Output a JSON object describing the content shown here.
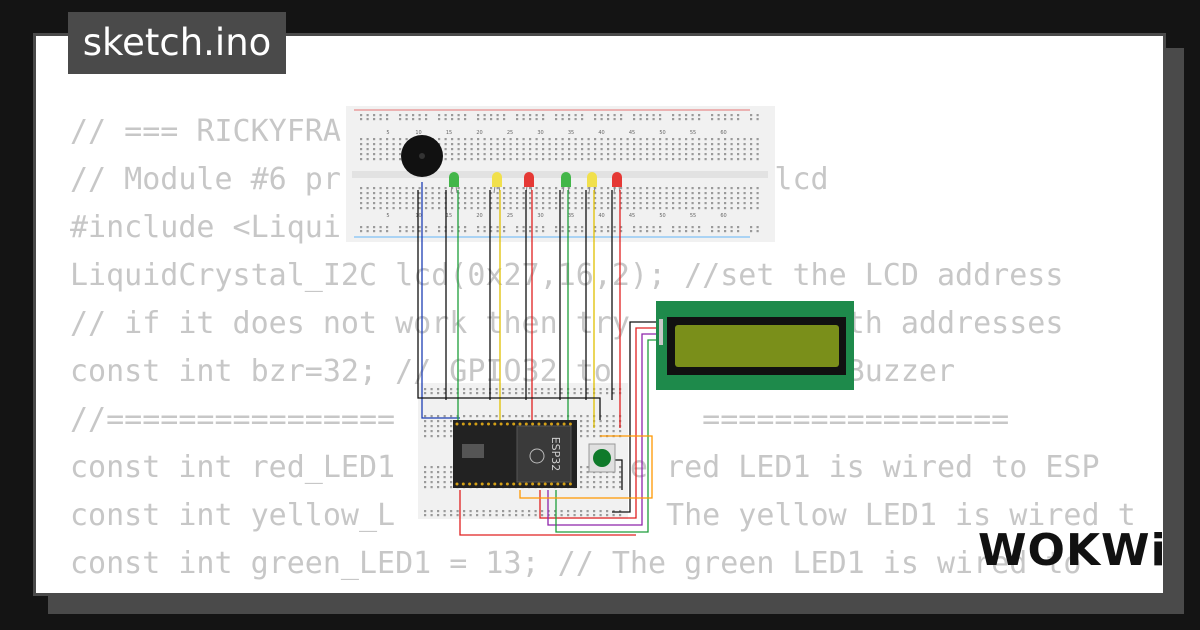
{
  "tab": {
    "label": "sketch.ino"
  },
  "code": {
    "lines": [
      "// === RICKYFRA",
      "// Module #6 pr                    > //lcd",
      "#include <Liqui",
      "LiquidCrystal_I2C lcd(0x27,16,2); //set the LCD address",
      "// if it does not work then try          both addresses",
      "const int bzr=32; // GPIO32 to           e Buzzer",
      "//================                 =================",
      "const int red_LED1            he red LED1 is wired to ESP",
      "const int yellow_L               The yellow LED1 is wired t",
      "const int green_LED1 = 13; // The green LED1 is wired to"
    ]
  },
  "circuit": {
    "esp32_label": "ESP32",
    "breadboard_ticks": [
      "5",
      "10",
      "15",
      "20",
      "25",
      "30",
      "35",
      "40",
      "45",
      "50",
      "55",
      "60"
    ],
    "leds": [
      {
        "color": "#43b649"
      },
      {
        "color": "#f1e04c"
      },
      {
        "color": "#e53935"
      },
      {
        "color": "#43b649"
      },
      {
        "color": "#f1e04c"
      },
      {
        "color": "#e53935"
      }
    ],
    "lcd": {
      "pcb_color": "#1e8a4b",
      "screen_color": "#7a8f1a"
    },
    "button_color": "#0f7a2a"
  },
  "brand": {
    "logo": "WOKWi"
  }
}
